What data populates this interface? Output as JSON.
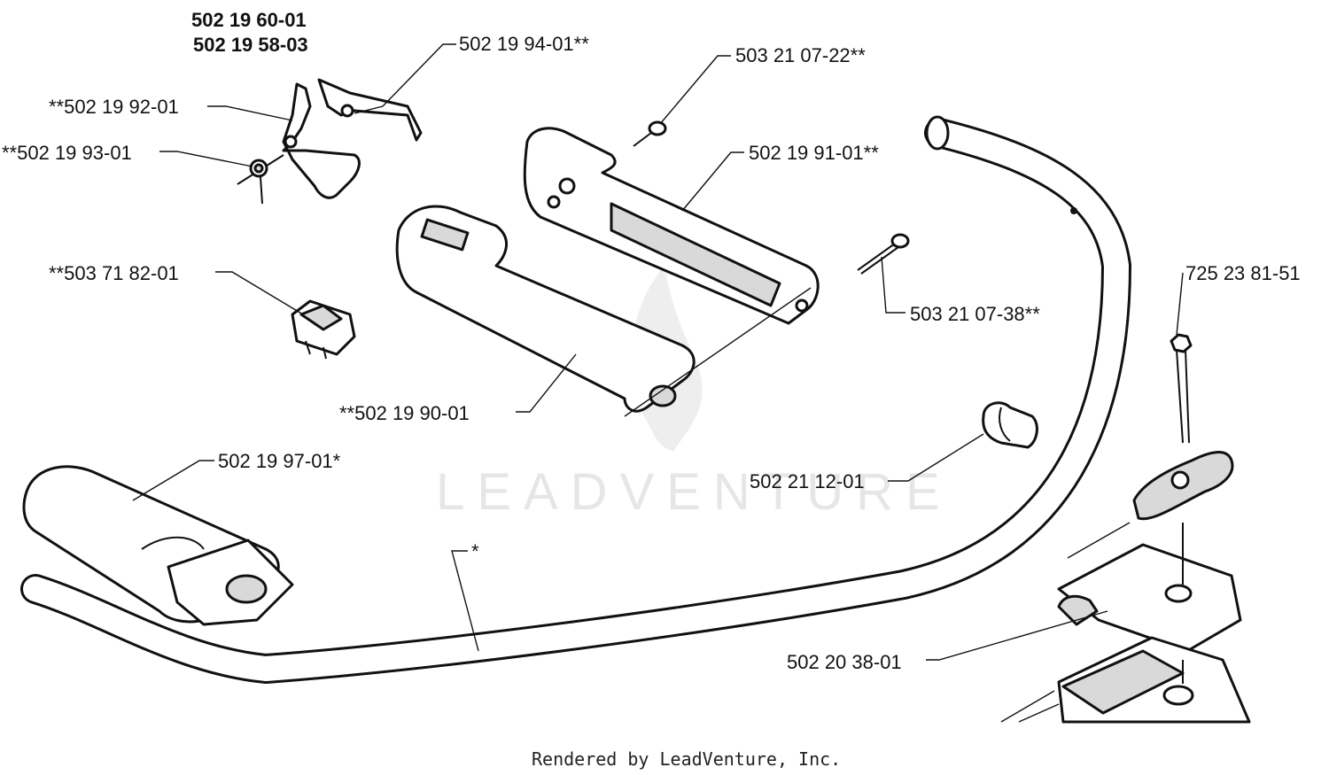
{
  "labels": {
    "assembly_1": "502 19 60-01",
    "assembly_2": "502 19 58-03",
    "p_502_19_94_01": "502 19 94-01**",
    "p_503_21_07_22": "503 21 07-22**",
    "p_502_19_92_01": "**502 19 92-01",
    "p_502_19_93_01": "**502 19 93-01",
    "p_502_19_91_01": "502 19 91-01**",
    "p_503_71_82_01": "**503 71 82-01",
    "p_503_21_07_38": "503 21 07-38**",
    "p_725_23_81_51": "725 23 81-51",
    "p_502_19_90_01": "**502 19 90-01",
    "p_502_19_97_01": "502 19 97-01*",
    "p_502_21_12_01": "502 21 12-01",
    "p_asterisk": "*",
    "p_502_20_38_01": "502 20 38-01"
  },
  "watermark": "LEADVENTURE",
  "footer": "Rendered by LeadVenture, Inc."
}
